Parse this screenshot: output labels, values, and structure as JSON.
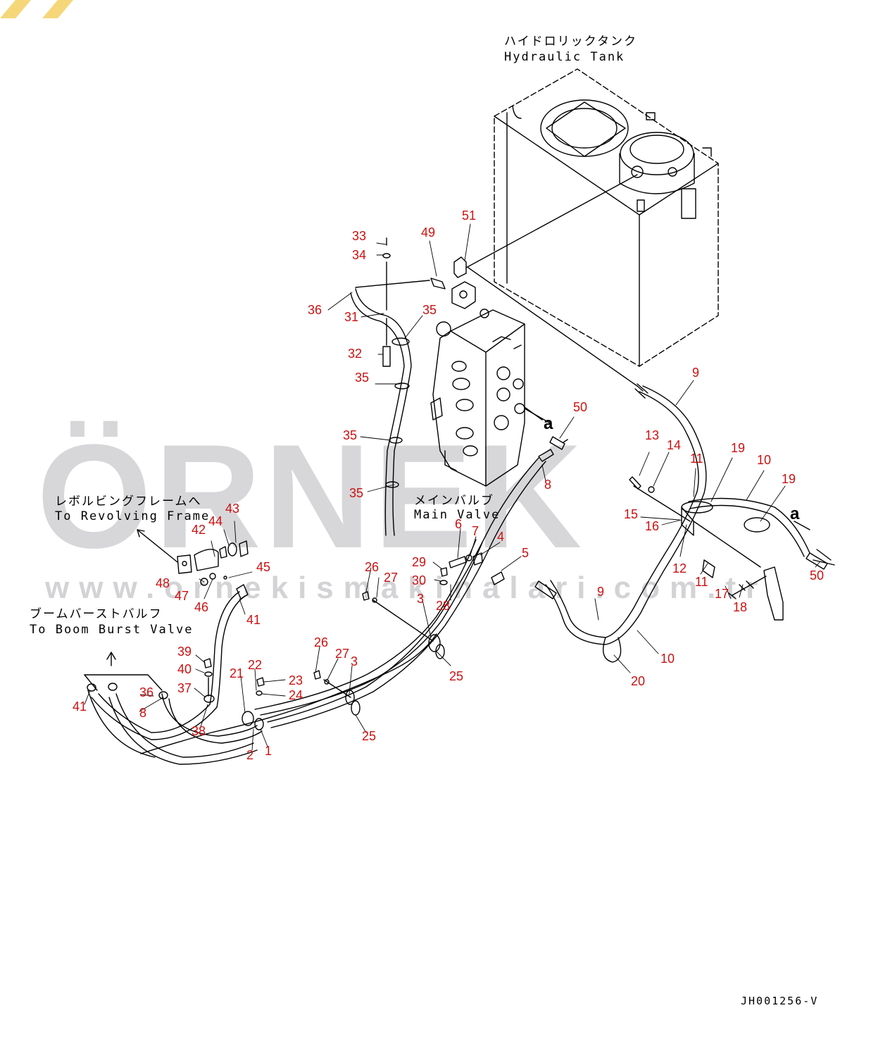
{
  "diagram_code": "JH001256-V",
  "watermark": {
    "brand": "ÖRNEK",
    "url": "www.ornekismakinalari.com.tr"
  },
  "labels": {
    "tank_jp": "ハイドロリックタンク",
    "tank_en": "Hydraulic Tank",
    "main_valve_jp": "メインバルブ",
    "main_valve_en": "Main Valve",
    "revolving_jp": "レボルビングフレームへ",
    "revolving_en": "To Revolving Frame",
    "boom_jp": "ブームバーストバルフ",
    "boom_en": "To Boom Burst Valve",
    "connection_mark": "a"
  },
  "colors": {
    "callout": "#cc1111",
    "line": "#000000",
    "watermark": "#9a9aa2",
    "watermark_accent": "#f5d77a"
  },
  "callouts": {
    "c51": "51",
    "c49": "49",
    "c33": "33",
    "c34": "34",
    "c36a": "36",
    "c31": "31",
    "c35a": "35",
    "c32": "32",
    "c35b": "35",
    "c35c": "35",
    "c35d": "35",
    "c9a": "9",
    "c50a": "50",
    "c8a": "8",
    "c6": "6",
    "c7": "7",
    "c4": "4",
    "c5": "5",
    "c13": "13",
    "c14": "14",
    "c11a": "11",
    "c19a": "19",
    "c10a": "10",
    "c19b": "19",
    "c15": "15",
    "c16": "16",
    "c12": "12",
    "c11b": "11",
    "c17": "17",
    "c18": "18",
    "c50b": "50",
    "c43": "43",
    "c44": "44",
    "c42": "42",
    "c45": "45",
    "c48": "48",
    "c47": "47",
    "c46": "46",
    "c41a": "41",
    "c26a": "26",
    "c27a": "27",
    "c29": "29",
    "c30": "30",
    "c3a": "3",
    "c28": "28",
    "c9b": "9",
    "c25a": "25",
    "c10b": "10",
    "c20": "20",
    "c39": "39",
    "c40": "40",
    "c37": "37",
    "c36b": "36",
    "c8b": "8",
    "c41b": "41",
    "c38": "38",
    "c21": "21",
    "c22": "22",
    "c23": "23",
    "c24": "24",
    "c26b": "26",
    "c27b": "27",
    "c3b": "3",
    "c25b": "25",
    "c2": "2",
    "c1": "1"
  }
}
